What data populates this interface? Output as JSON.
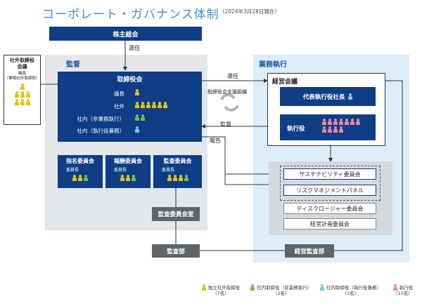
{
  "header": {
    "title": "コーポレート・ガバナンス体制",
    "date_note": "（2024年3月28日現在）"
  },
  "shareholders": {
    "label": "株主総会"
  },
  "election_label": "選任",
  "outside": {
    "title_line1": "社外取締役",
    "title_line2": "会議",
    "chair_line1": "議長",
    "chair_line2": "（筆頭社外取締役）"
  },
  "supervision": {
    "label": "監督",
    "board": {
      "label": "取締役会",
      "rows": [
        {
          "label": "議長"
        },
        {
          "label": "社外"
        },
        {
          "label": "社内（非業務執行）"
        },
        {
          "label": "社内（執行役兼務）"
        }
      ]
    },
    "committees": [
      {
        "label": "指名委員会",
        "chair": "委員長"
      },
      {
        "label": "報酬委員会",
        "chair": "委員長"
      },
      {
        "label": "監査委員会",
        "chair": "委員長"
      }
    ],
    "audit_office": "監査委員会室"
  },
  "execution": {
    "label": "業務執行",
    "mgmt_meeting": "経営会議",
    "ceo": "代表執行役社長",
    "officers": "執行役",
    "committees": [
      {
        "label": "サステナビリティ委員会"
      },
      {
        "label": "リスクマネジメントパネル"
      },
      {
        "label": "ディスクロージャー委員会"
      },
      {
        "label": "経営計画委員会"
      }
    ],
    "mgmt_audit": "経営監査部"
  },
  "audit_dept": "監査部",
  "arrows": {
    "board_to_mgmt": "選任",
    "support": "取締役会支援組織",
    "supervise": "監督",
    "report": "報告"
  },
  "legend": [
    {
      "icon": "yellow-person-icon",
      "line1": "独立社外取締役",
      "line2": "（7名）"
    },
    {
      "icon": "green-person-icon",
      "line1": "社内取締役（非業務執行）",
      "line2": "（2名）"
    },
    {
      "icon": "blue-person-icon",
      "line1": "社内取締役（執行役兼務）",
      "line2": "（1名）"
    },
    {
      "icon": "pink-person-icon",
      "line1": "執行役",
      "line2": "（11名）"
    }
  ],
  "colors": {
    "navy": "#0f3d86",
    "supervision_bg": "#e3e7ec",
    "execution_bg": "#dcedf8",
    "independent": "#e3c21b",
    "non_exec": "#6cbf4b",
    "exec_director": "#7ec3ea",
    "officer": "#e886a7"
  }
}
